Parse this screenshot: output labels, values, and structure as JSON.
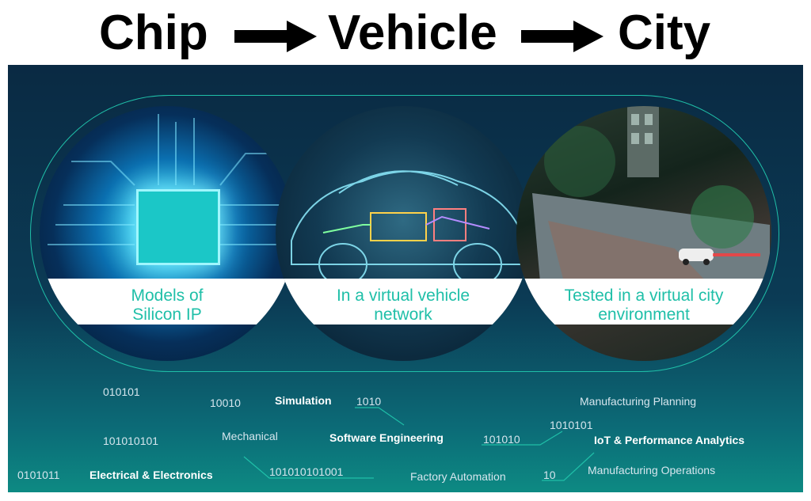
{
  "header": {
    "word1": "Chip",
    "word2": "Vehicle",
    "word3": "City"
  },
  "circles": [
    {
      "line1": "Models of",
      "line2": "Silicon IP"
    },
    {
      "line1": "In a virtual vehicle",
      "line2": "network"
    },
    {
      "line1": "Tested in a virtual city",
      "line2": "environment"
    }
  ],
  "tags": {
    "b1": "010101",
    "b2": "10010",
    "simulation": "Simulation",
    "b3": "1010",
    "mfg_planning": "Manufacturing Planning",
    "b4": "1010101",
    "b5": "101010101",
    "mechanical": "Mechanical",
    "software": "Software Engineering",
    "b6": "101010",
    "iot": "IoT & Performance Analytics",
    "b7": "0101011",
    "electrical": "Electrical & Electronics",
    "b8": "101010101001",
    "factory": "Factory Automation",
    "b9": "10",
    "mfg_ops": "Manufacturing Operations"
  },
  "colors": {
    "accent": "#1fbfa8",
    "panel_top": "#0a2a43",
    "panel_bottom": "#0d8a83"
  }
}
